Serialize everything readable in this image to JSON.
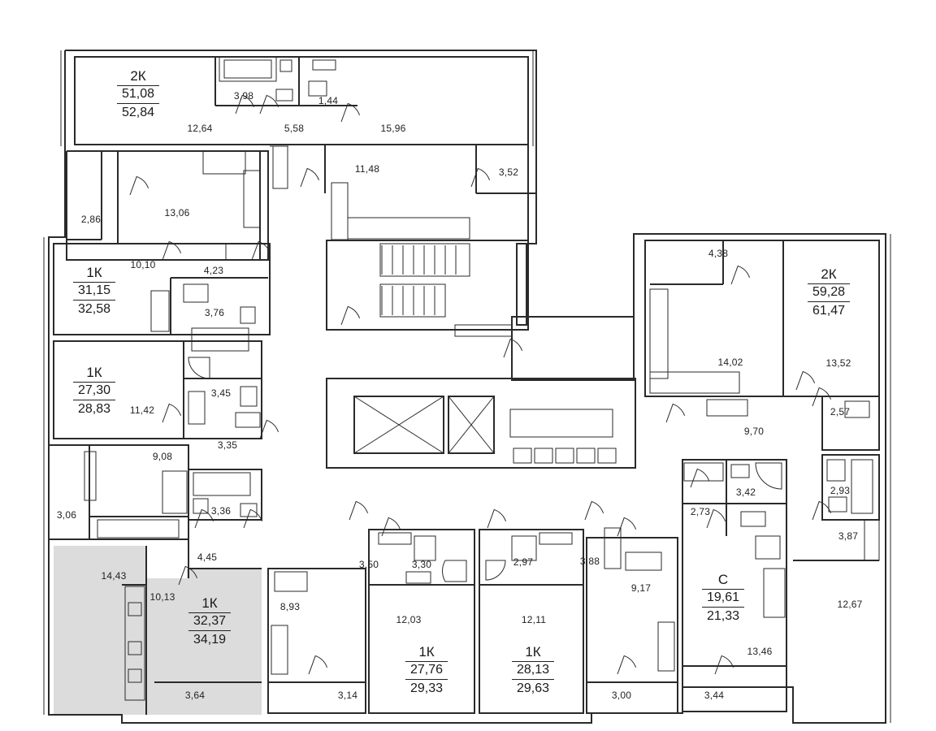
{
  "selected_fill": "#dcdcdc",
  "wall_color": "#2a2a2a",
  "apartments": [
    {
      "id": "a1",
      "type": "2К",
      "living": "51,08",
      "total": "52,84",
      "selected": false
    },
    {
      "id": "a2",
      "type": "1К",
      "living": "31,15",
      "total": "32,58",
      "selected": false
    },
    {
      "id": "a3",
      "type": "1К",
      "living": "27,30",
      "total": "28,83",
      "selected": false
    },
    {
      "id": "a4",
      "type": "1К",
      "living": "32,37",
      "total": "34,19",
      "selected": true
    },
    {
      "id": "a5",
      "type": "1К",
      "living": "27,76",
      "total": "29,33",
      "selected": false
    },
    {
      "id": "a6",
      "type": "1К",
      "living": "28,13",
      "total": "29,63",
      "selected": false
    },
    {
      "id": "a7",
      "type": "С",
      "living": "19,61",
      "total": "21,33",
      "selected": false
    },
    {
      "id": "a8",
      "type": "2К",
      "living": "59,28",
      "total": "61,47",
      "selected": false
    }
  ],
  "rooms": [
    "12,64",
    "3,98",
    "5,58",
    "1,44",
    "15,96",
    "11,48",
    "3,52",
    "13,06",
    "2,86",
    "10,10",
    "4,23",
    "3,76",
    "11,42",
    "3,45",
    "3,35",
    "9,08",
    "3,06",
    "3,36",
    "4,45",
    "14,43",
    "10,13",
    "3,64",
    "8,93",
    "3,14",
    "3,50",
    "3,30",
    "12,03",
    "2,97",
    "12,11",
    "3,88",
    "9,17",
    "3,00",
    "2,73",
    "3,42",
    "13,46",
    "3,44",
    "4,38",
    "14,02",
    "13,52",
    "9,70",
    "2,57",
    "2,93",
    "3,87",
    "12,67"
  ]
}
